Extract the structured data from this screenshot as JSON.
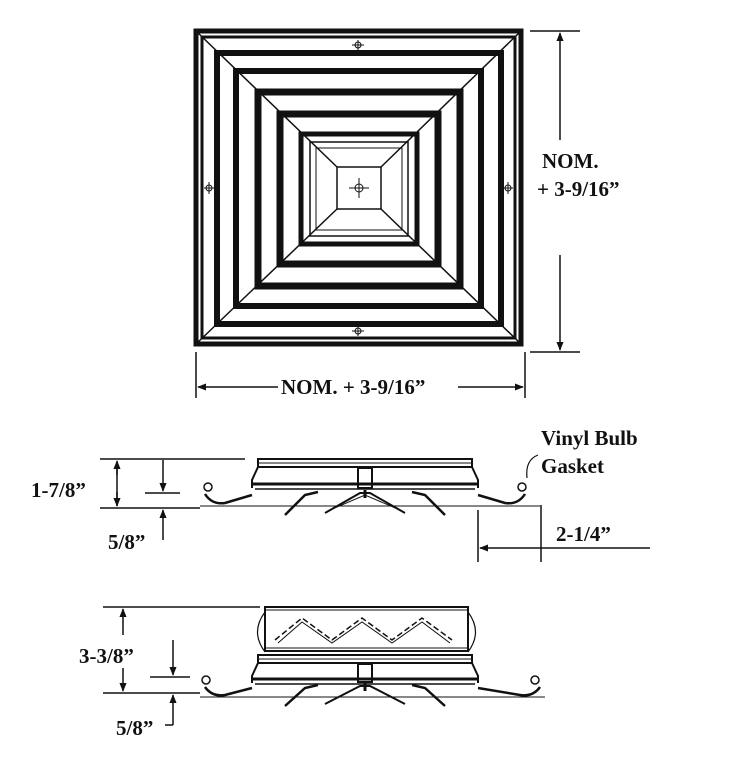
{
  "top_view": {
    "width_label": "NOM. + 3-9/16”",
    "height_label_line1": "NOM.",
    "height_label_line2": "+ 3-9/16”"
  },
  "side_view_1": {
    "height_label": "1-7/8”",
    "bottom_label": "5/8”",
    "gasket_label_line1": "Vinyl Bulb",
    "gasket_label_line2": "Gasket",
    "flange_label": "2-1/4”"
  },
  "side_view_2": {
    "height_label": "3-3/8”",
    "bottom_label": "5/8”"
  },
  "colors": {
    "ink": "#111111",
    "background": "#ffffff"
  }
}
